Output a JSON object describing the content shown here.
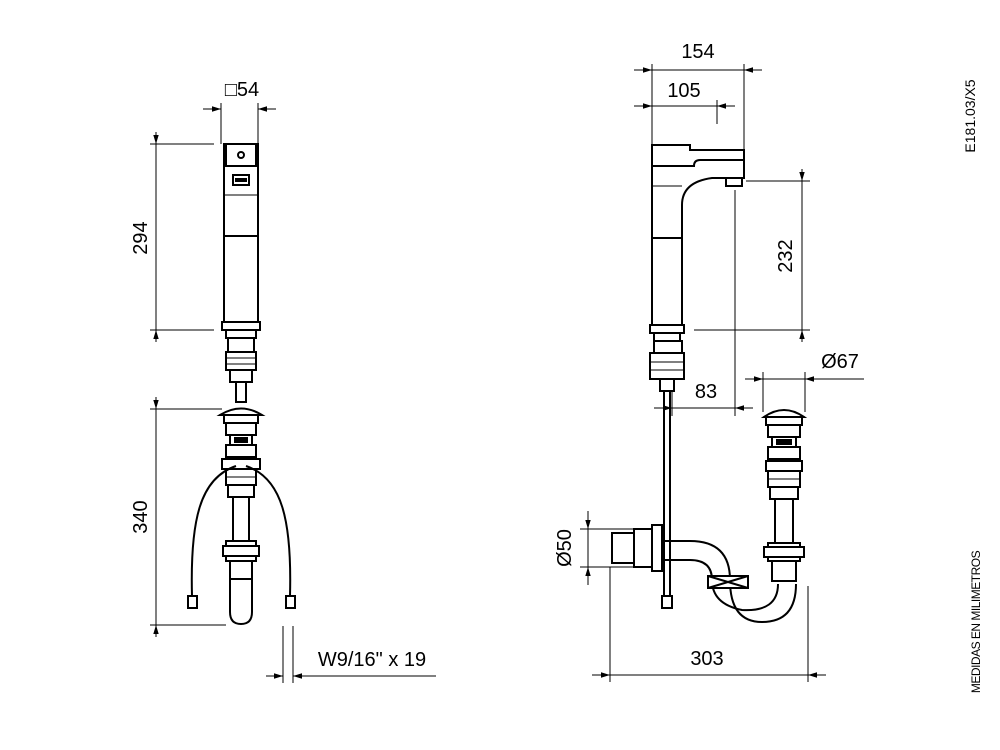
{
  "dimensions": {
    "front_width": "□54",
    "front_height_upper": "294",
    "front_height_lower": "340",
    "hose_thread": "W9/16\" x 19",
    "side_total_width": "154",
    "side_spout_reach": "105",
    "side_spout_height": "232",
    "drain_diameter": "Ø67",
    "drain_offset": "83",
    "pipe_diameter": "Ø50",
    "side_bottom_width": "303"
  },
  "labels": {
    "model_code": "E181.03/X5",
    "units_note": "MEDIDAS EN MILIMETROS"
  },
  "colors": {
    "line": "#000000",
    "background": "#ffffff"
  }
}
